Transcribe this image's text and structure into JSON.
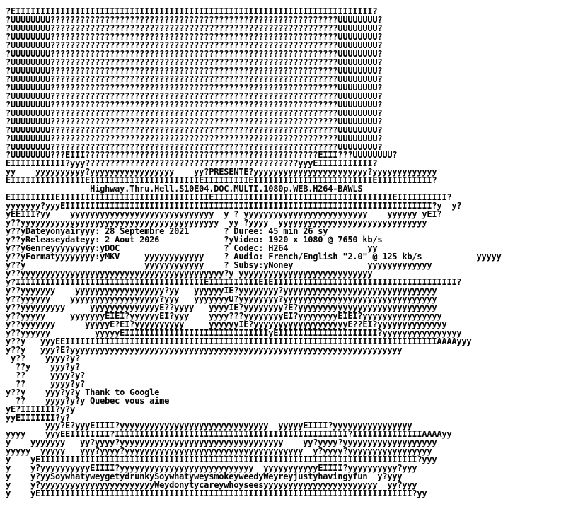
{
  "lines": [
    "?EIIIIIIIIIIIIIIIIIIIIIIIIIIIIIIIIIIIIIIIIIIIIIIIIIIIIIIIIIIIIIIIIIIIIIIII?",
    "?UUUUUUUU??????????????????????????????????????????????????????????UUUUUUUU?",
    "?UUUUUUUU??????????????????????????????????????????????????????????UUUUUUUU?",
    "?UUUUUUUU??????????????????????????????????????????????????????????UUUUUUUU?",
    "?UUUUUUUU??????????????????????????????????????????????????????????UUUUUUUU?",
    "?UUUUUUUU??????????????????????????????????????????????????????????UUUUUUUU?",
    "?UUUUUUUU??????????????????????????????????????????????????????????UUUUUUUU?",
    "?UUUUUUUU??????????????????????????????????????????????????????????UUUUUUUU?",
    "?UUUUUUUU??????????????????????????????????????????????????????????UUUUUUUU?",
    "?UUUUUUUU??????????????????????????????????????????????????????????UUUUUUUU?",
    "?UUUUUUUU??????????????????????????????????????????????????????????UUUUUUUU?",
    "?UUUUUUUU??????????????????????????????????????????????????????????UUUUUUUU?",
    "?UUUUUUUU??????????????????????????????????????????????????????????UUUUUUUU?",
    "?UUUUUUUU??????????????????????????????????????????????????????????UUUUUUUU?",
    "?UUUUUUUU??????????????????????????????????????????????????????????UUUUUUUU?",
    "?UUUUUUUU??????????????????????????????????????????????????????????UUUUUUUU?",
    "?UUUUUUUU??????????????????????????????????????????????????????????UUUUUUUU?",
    "?UUUUUUUU???EIII???????????????????????????????????????????????EIII???UUUUUUUU?",
    "EIIIIIIIIIII?yyy???????????????????????????????????????????yyyEIIIIIIIIIII?",
    "yy    yyyyyyyyyy?yyyyyyyyyyyyyyyyy    yy?PRESENTE?yyyyyyyyyyyyyyyyyyyyyyy?yyyyyyyyyyyyy",
    "EIIIIIIIIIIIIIIIEIIIIIIIIIIIIIIIIIIIIIIEIIIIIIIIIEIIIIIIIIIIIIIIIIIIIIIIIIEIIIIIIIIIII?",
    "                 Highway.Thru.Hell.S10E04.DOC.MULTI.1080p.WEB.H264-BAWLS",
    "EIIIIIIIIIEIIIIIIIIIIIIIIIIIIIIIIIIIIIIIIEIIIIIIIIIIIIIIIIIIIIIIIIIIIIIIIIIIIIEIIIIIIIIII?",
    "yyyyyyy?yyyEIIIIIIIIIIIIIIIIIIIIIIIIIIIIIIIIIIIIIIIIIIIIIIIIIIIIIIIIIIIIIIIIIIIIIIIIII?y  y?",
    "yEEIII?yy    yyyyyyyyyyyyyyyyyyyyyyyyyyyyy  y ? yyyyyyyyyyyyyyyyyyyyyyyyy    yyyyyy yEI?",
    "y??yyyyyyyyyyyyyyyyyyyyyyyyyyyyyyyyyyyyyyyy  yy ?yyyy  yyyyyyyyyyyyyyyyyyyyyyyyyyyyyy",
    "y??yDateyonyairyyy: 28 Septembre 2021       ? Duree: 45 min 26 sy",
    "y??yReleaseydateyy: 2 Aout 2026             ?yVideo: 1920 x 1080 @ 7650 kb/s",
    "y??yGenreyyyyyyyyy:yDOC                     ? Codec: H264                yy",
    "y??yFormatyyyyyyyy:yMKV     yyyyyyyyyyyy    ? Audio: French/English \"2.0\" @ 125 kb/s           yyyyy",
    "y??y                        yyyyyyyyyyyy    ? Subsy:yNoney               yyyyyyyyyyyyy",
    "y??yyyyyyyyyyyyyyyyyyyyyyyyyyyyyyyyyyyyyyyyy?y yyyyyyyyyyyyyyyyyyyyyyyyyyy",
    "y?IIIIIIIIIIIIIIIIIIIIIIIIIIIIIIIIIIIIIIEIIIIIIIIIIEIEIIIIIIIIIIIIIIIIIIIIIIIIIIIIIIIIIIIII?",
    "y??yyyyyyy    yyyyyyyyyyyyyyyyyy?yy   yyyyyyIE?yyyyyyyy?yyyyyyyyyyyyyyyyyyyyyyyyyyyyyyy",
    "y??yyyyyy    yyyyyyyyyyyyyyyyyy?yyy   yyyyyyyU?yyyyyyyy?yyyyyyyyyyyyyyyyyyyyyyyyyyyyyyy",
    "y??yyyyyyyyy     yyyyyyyyyyyyyyE??yyyy   yyyyIE?yyyyyyyy?E?yyyyyyyyyyyyyyyyyyyyyyyyyyyy",
    "y??yyyyy     yyyyyyyEIEI?yyyyyyEI?yyy    yyyy???yyyyyyyyEI?yyyyyyyyEIEI?yyyyyyyyyyyyyyyy",
    "y??yyyyyyy      yyyyyE?EI?yyyyyyyyyy     yyyyyyIE?yyyyyyyyyyyyyyyyyyyE??EI?yyyyyyyyyyyyyy",
    "y??yyyyyy         yyyyyEIIIIIIIIIIIIIIIIIIIIIIIIIIIIIyEIIIIIIIIIIIIIIIIIIII?yyyyyyyyyyyyyyyy",
    "y??y   yyyEEIIIIIIIIIIIIIIIIIIIIIIIIIIIIIIIIIIIIIIIIIIIIIIIIIIIIIIIIIIIIIIIIIIIIIIIIIIIAAAAyyy",
    "y??y   yyy?E?yyyyyyyyyyyyyyyyyyyyyyyyyyyyyyyyyyyyyyyyyyyyyyyyyyyyyyyyyyyyyyyyyyy",
    " y??    yyyy?y?",
    "  ??y    yyy?y?",
    "  ??     yyyy?y?",
    "  ??     yyyy?y?",
    "y??y    yyy?y?y Thank to Google",
    "  ??    yyyy?y?y Quebec vous aime",
    "yE?IIIIIII?y?y",
    "yyEIIIIIII?y?",
    "        yyy?E?yyyEIIII?yyyyyyyyyyyyyyyyyyyyyyyyyyyyyy  yyyyyEIIII?yyyyyyyyyyyyyyyy",
    "yyyy    yyyEEIIIIIIII?IIIIIIIIIIIIIIIIIIIIIIIIIIIIIIIIIIIIIIIIIIIIIII?IIIIIIIIIIIIIIAAAAyy",
    "y    yyyyyyy   yy?yyyy?yyyyyyyyyyyyyyyyyyyyyyyyyyyyyyyyy    yy?yyyy?yyyyyyyyyyyyyyyyyyy",
    "yyyyy  yyyyy   yyy?yyyy?yyyyyyyyyyyyyyyyyyyyyyyyyyyyyyyyyyyy  y?yyyy?yyyyyyyyyyyyyyyyy",
    "y    yEIIIIIIIIIIIIIIIIIIIIIIIIIIIIIIIIIIIIIIIIIIIIIIIIIIIIIIIIIIIIIIIIIIIIIIIIIIII?yyy",
    "y    y?yyyyyyyyyyEIIII?yyyyyyyyyyyyyyyyyyyyyyyyyyy  yyyyyyyyyyyEIIII?yyyyyyyyyy?yyy",
    "y    y?yySoywhatyweygetydrunkySoywhatyweysmokeyweedyWeyreyjustyhavingyfun  y?yyy",
    "y    y?yyyyyyyyyyyyyyyyyyyyyyyWeydonytycareywhoyseesyyyyyyyyyyyyyyyyyyyyyyy  yy?yyy",
    "y    yEIIIIIIIIIIIIIIIIIIIIIIIIIIIIIIIIIIIIIIIIIIIIIIIIIIIIIIIIIIIIIIIIIIIIIIIIIII?yy"
  ]
}
